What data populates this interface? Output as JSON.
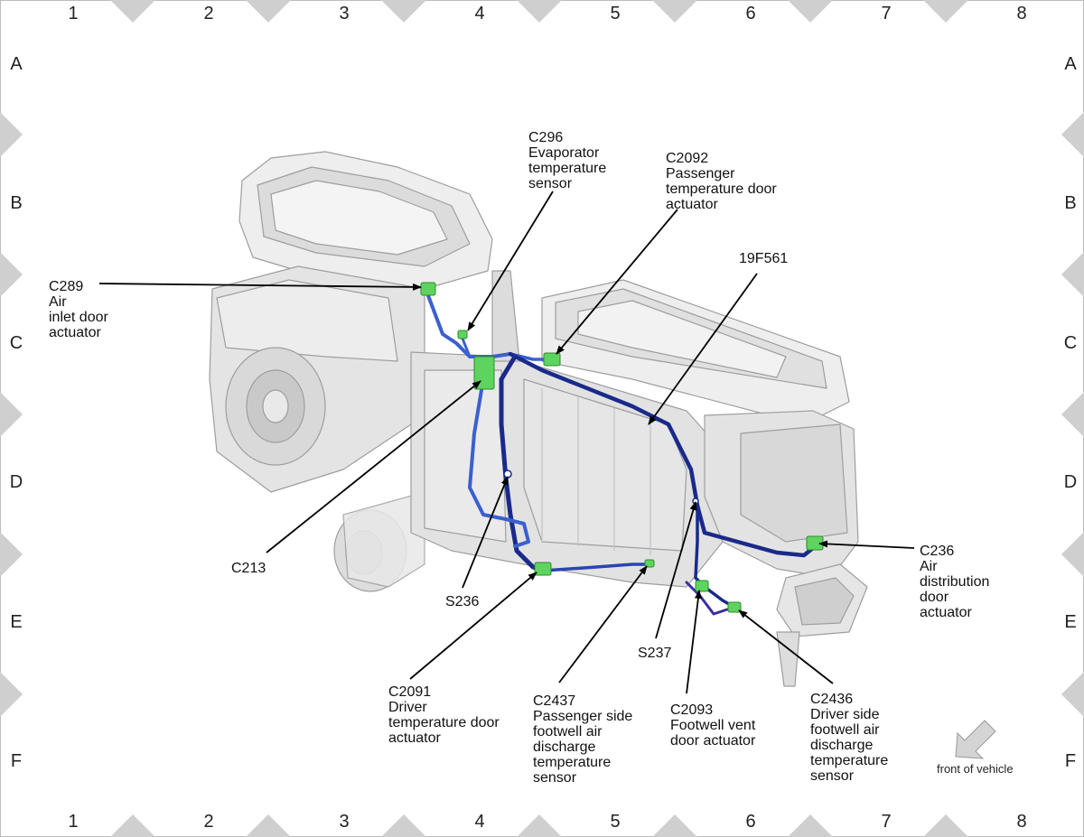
{
  "grid": {
    "columns": [
      "1",
      "2",
      "3",
      "4",
      "5",
      "6",
      "7",
      "8"
    ],
    "rows": [
      "A",
      "B",
      "C",
      "D",
      "E",
      "F"
    ]
  },
  "callouts": {
    "c296": {
      "lines": [
        "C296",
        "Evaporator",
        "temperature",
        "sensor"
      ]
    },
    "c2092": {
      "lines": [
        "C2092",
        "Passenger",
        "temperature door",
        "actuator"
      ]
    },
    "f19561": {
      "lines": [
        "19F561"
      ]
    },
    "c289": {
      "lines": [
        "C289",
        "Air",
        "inlet door",
        "actuator"
      ]
    },
    "c213": {
      "lines": [
        "C213"
      ]
    },
    "s236": {
      "lines": [
        "S236"
      ]
    },
    "c236": {
      "lines": [
        "C236",
        "Air",
        "distribution",
        "door",
        "actuator"
      ]
    },
    "s237": {
      "lines": [
        "S237"
      ]
    },
    "c2091": {
      "lines": [
        "C2091",
        "Driver",
        "temperature door",
        "actuator"
      ]
    },
    "c2437": {
      "lines": [
        "C2437",
        "Passenger side",
        "footwell air",
        "discharge",
        "temperature",
        "sensor"
      ]
    },
    "c2093": {
      "lines": [
        "C2093",
        "Footwell vent",
        "door actuator"
      ]
    },
    "c2436": {
      "lines": [
        "C2436",
        "Driver side",
        "footwell air",
        "discharge",
        "temperature",
        "sensor"
      ]
    }
  },
  "orientation": {
    "text": "front of vehicle"
  },
  "colors": {
    "harness": "#1a2a8a",
    "harness_light": "#3a5fd0",
    "connector": "#5fd35f",
    "housing": "#e6e6e6",
    "housing_edge": "#a8a8a8",
    "frame_marker": "#c8c8c8"
  }
}
